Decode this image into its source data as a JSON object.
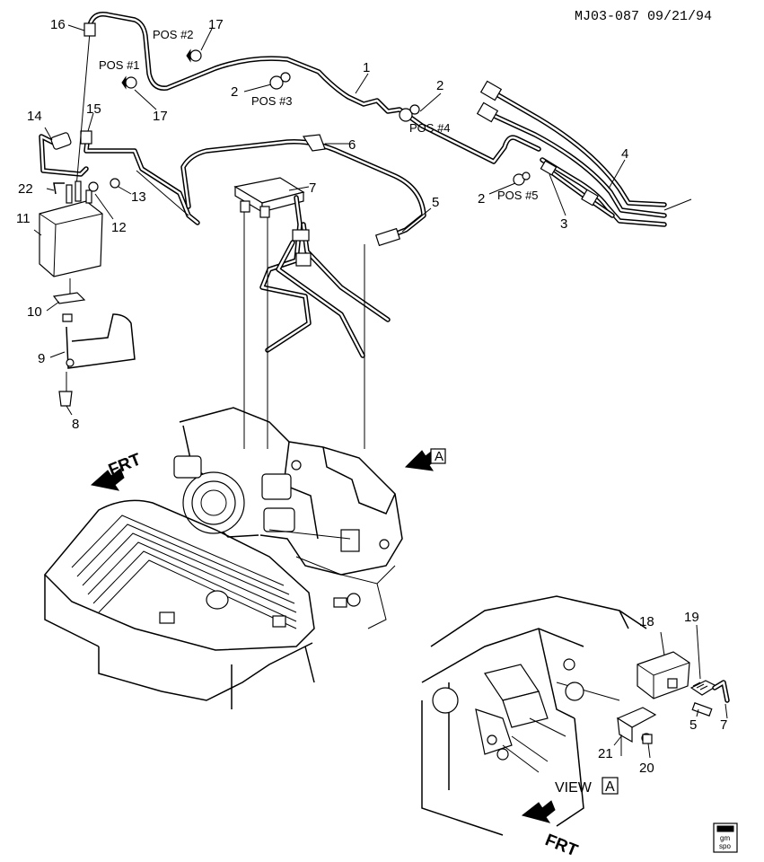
{
  "drawing_code": "MJ03-087  09/21/94",
  "callouts": [
    "1",
    "2",
    "2",
    "2",
    "2",
    "3",
    "4",
    "5",
    "5",
    "6",
    "7",
    "7",
    "8",
    "9",
    "10",
    "11",
    "12",
    "13",
    "14",
    "15",
    "16",
    "17",
    "17",
    "18",
    "19",
    "20",
    "21",
    "22"
  ],
  "positions": [
    "POS #1",
    "POS #2",
    "POS #3",
    "POS #4",
    "POS #5"
  ],
  "front_label": "FRT",
  "view_label": "VIEW",
  "view_letter": "A",
  "logo_text": [
    "gm",
    "spo"
  ]
}
